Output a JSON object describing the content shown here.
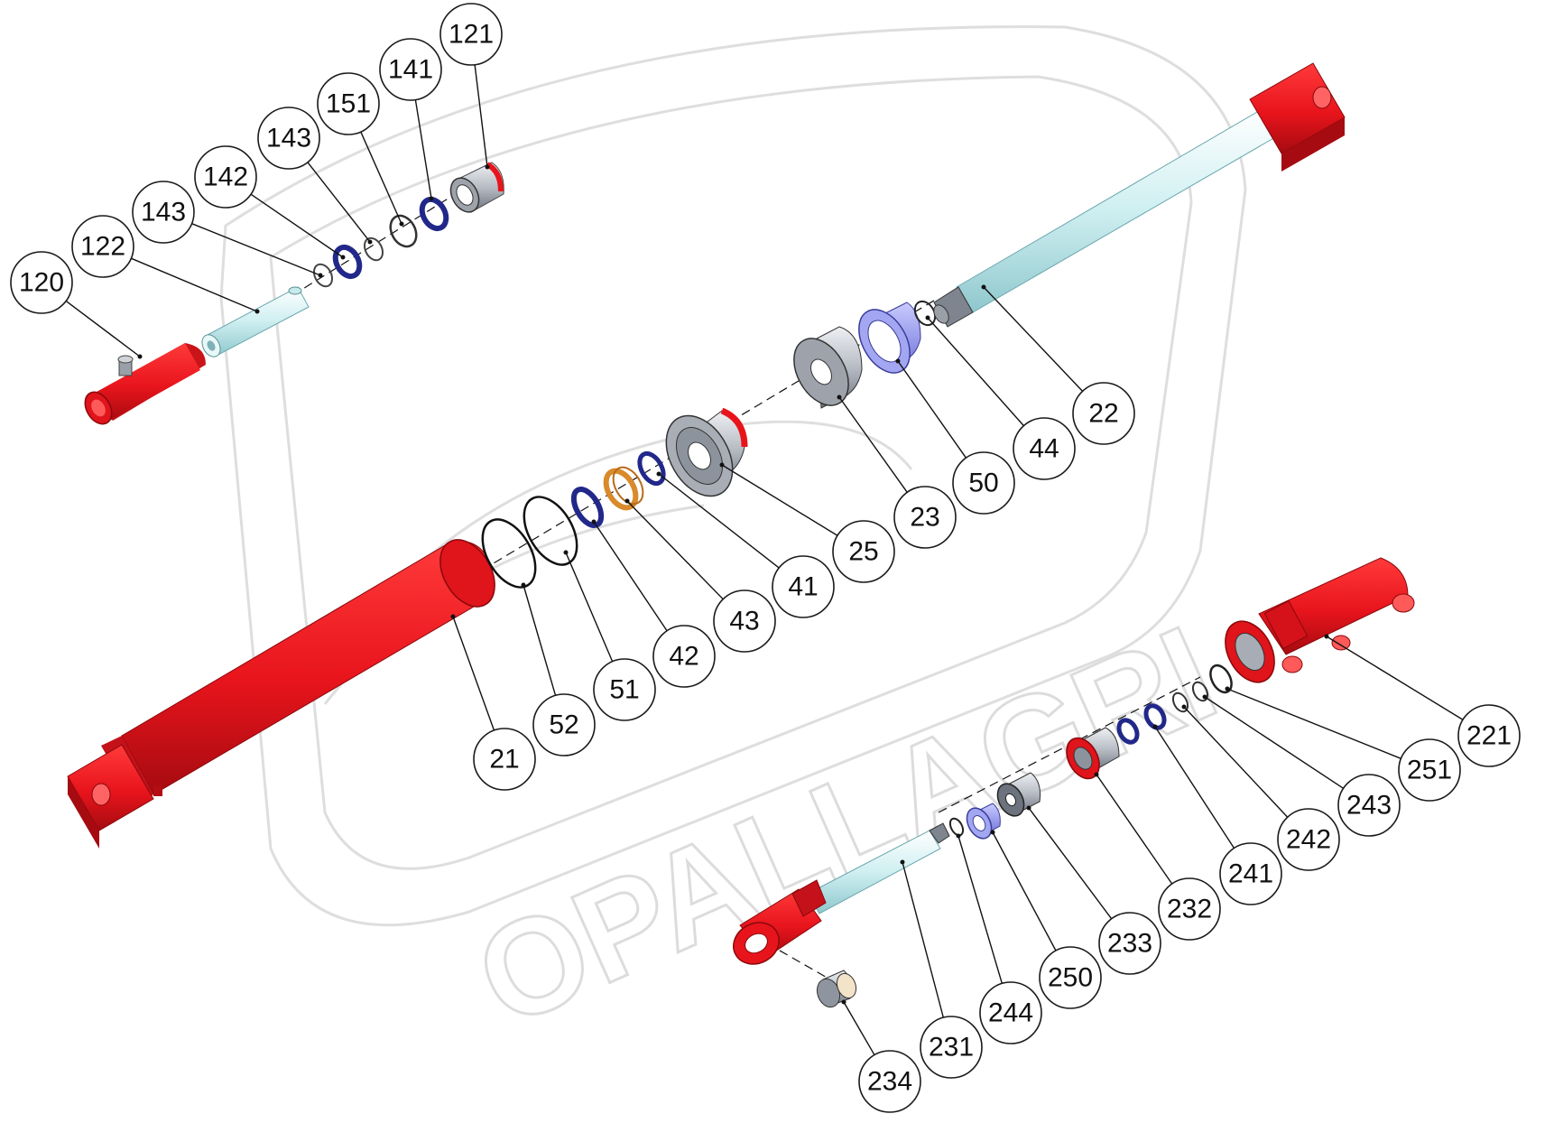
{
  "watermark": {
    "text": "OPALLAGRI",
    "color": "#d4d4d4"
  },
  "colors": {
    "red": "#e8141c",
    "red_dark": "#b50d12",
    "rod": "#cfeff1",
    "rod_dark": "#8fcbd0",
    "steel": "#b9bec6",
    "steel_dark": "#5d6470",
    "seal_blue": "#22288a",
    "wiper_purple": "#8c8fe6",
    "bronze": "#d98a2b"
  },
  "callouts": [
    {
      "id": "c120",
      "label": "120"
    },
    {
      "id": "c122",
      "label": "122"
    },
    {
      "id": "c143a",
      "label": "143"
    },
    {
      "id": "c142",
      "label": "142"
    },
    {
      "id": "c143b",
      "label": "143"
    },
    {
      "id": "c151",
      "label": "151"
    },
    {
      "id": "c141",
      "label": "141"
    },
    {
      "id": "c121",
      "label": "121"
    },
    {
      "id": "c22",
      "label": "22"
    },
    {
      "id": "c44",
      "label": "44"
    },
    {
      "id": "c50",
      "label": "50"
    },
    {
      "id": "c23",
      "label": "23"
    },
    {
      "id": "c25",
      "label": "25"
    },
    {
      "id": "c41",
      "label": "41"
    },
    {
      "id": "c43",
      "label": "43"
    },
    {
      "id": "c42",
      "label": "42"
    },
    {
      "id": "c51",
      "label": "51"
    },
    {
      "id": "c52",
      "label": "52"
    },
    {
      "id": "c21",
      "label": "21"
    },
    {
      "id": "c221",
      "label": "221"
    },
    {
      "id": "c251",
      "label": "251"
    },
    {
      "id": "c243",
      "label": "243"
    },
    {
      "id": "c242",
      "label": "242"
    },
    {
      "id": "c241",
      "label": "241"
    },
    {
      "id": "c232",
      "label": "232"
    },
    {
      "id": "c233",
      "label": "233"
    },
    {
      "id": "c250",
      "label": "250"
    },
    {
      "id": "c244",
      "label": "244"
    },
    {
      "id": "c231",
      "label": "231"
    },
    {
      "id": "c234",
      "label": "234"
    }
  ]
}
